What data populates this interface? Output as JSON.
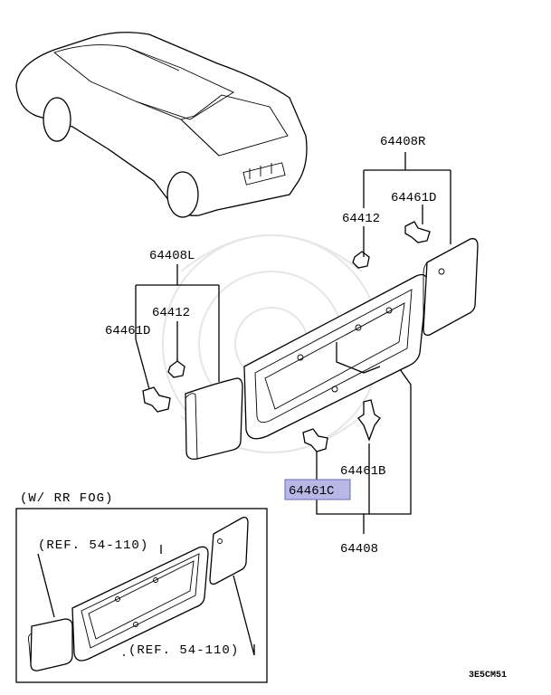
{
  "callouts": {
    "p64408R": "64408R",
    "p64461D_right": "64461D",
    "p64412_right": "64412",
    "p64408L": "64408L",
    "p64412_left": "64412",
    "p64461D_left": "64461D",
    "p64461C": "64461C",
    "p64461B": "64461B",
    "p64408": "64408"
  },
  "inset": {
    "title": "(W/ RR FOG)",
    "ref_top": "(REF. 54-110)",
    "ref_bottom": "(REF. 54-110)"
  },
  "diagram_code": "3E5CM51",
  "highlight_color": "#b8b8e6"
}
